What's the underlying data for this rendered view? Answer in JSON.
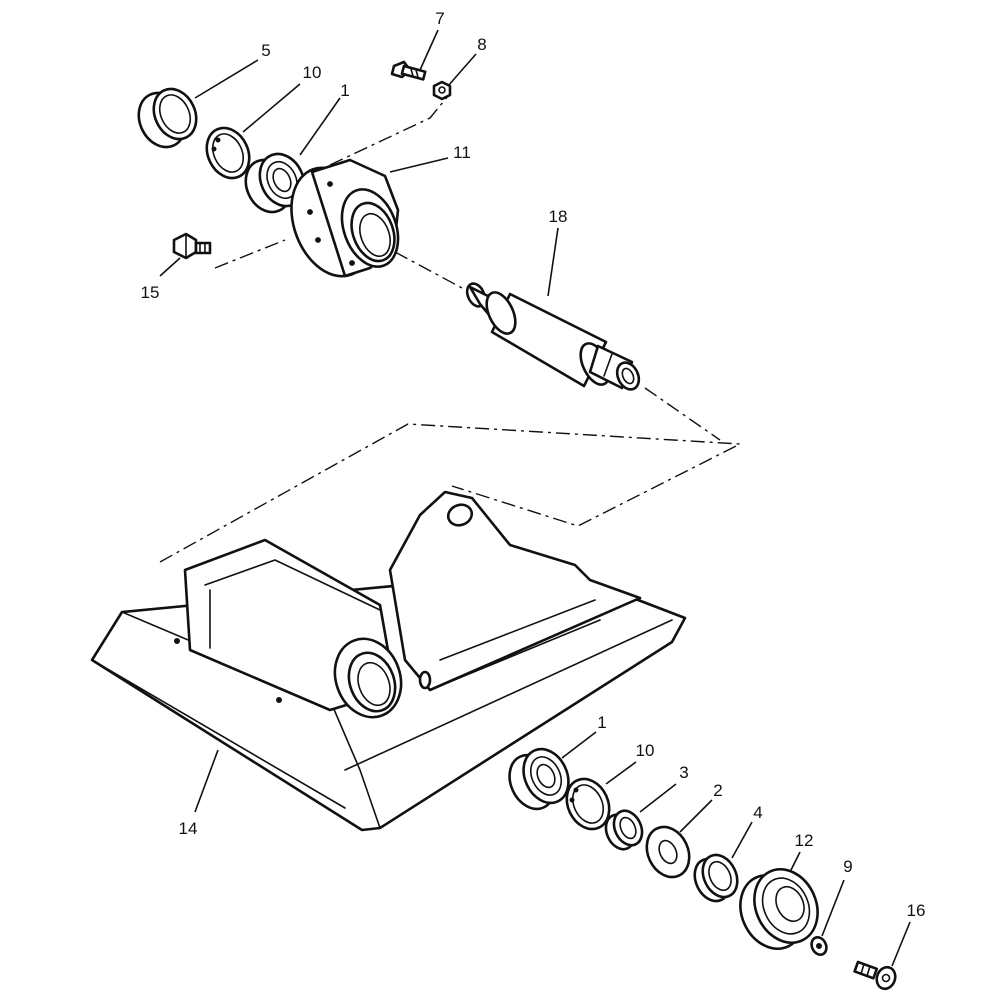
{
  "diagram": {
    "callouts": {
      "c5": "5",
      "c10_top": "10",
      "c1_top": "1",
      "c7": "7",
      "c8": "8",
      "c11": "11",
      "c18": "18",
      "c15": "15",
      "c14": "14",
      "c1_bottom": "1",
      "c10_bottom": "10",
      "c3": "3",
      "c2": "2",
      "c4": "4",
      "c12": "12",
      "c9": "9",
      "c16": "16"
    }
  }
}
